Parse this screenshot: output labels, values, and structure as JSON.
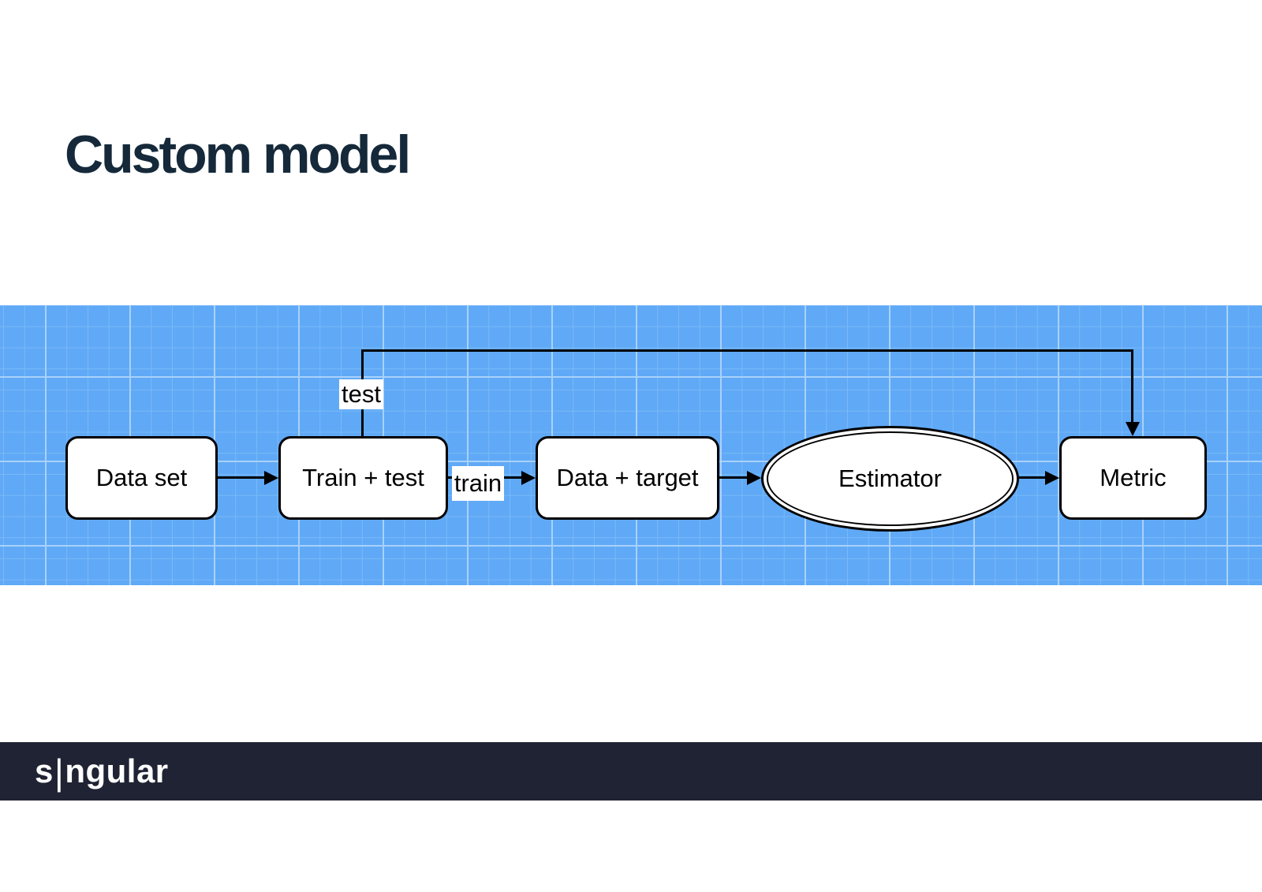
{
  "slide": {
    "title": "Custom model"
  },
  "diagram": {
    "nodes": [
      {
        "id": "data-set",
        "label": "Data set",
        "shape": "rounded-rectangle"
      },
      {
        "id": "train-test",
        "label": "Train + test",
        "shape": "rounded-rectangle"
      },
      {
        "id": "data-target",
        "label": "Data + target",
        "shape": "rounded-rectangle"
      },
      {
        "id": "estimator",
        "label": "Estimator",
        "shape": "double-ellipse"
      },
      {
        "id": "metric",
        "label": "Metric",
        "shape": "rounded-rectangle"
      }
    ],
    "edges": [
      {
        "from": "Data set",
        "to": "Train + test",
        "label": ""
      },
      {
        "from": "Train + test",
        "to": "Data + target",
        "label": "train"
      },
      {
        "from": "Data + target",
        "to": "Estimator",
        "label": ""
      },
      {
        "from": "Estimator",
        "to": "Metric",
        "label": ""
      },
      {
        "from": "Train + test",
        "to": "Metric",
        "label": "test",
        "route": "over-the-top"
      }
    ]
  },
  "footer": {
    "logo": {
      "left": "s",
      "separator": "|",
      "right": "ngular"
    }
  },
  "colors": {
    "title_text": "#15293a",
    "canvas_background": "#60a9f6",
    "grid_minor_line": "#79b9f8",
    "grid_major_line": "#a9d1f9",
    "node_fill": "#ffffff",
    "node_border": "#000000",
    "node_text": "#000000",
    "edge_line": "#000000",
    "footer_background": "#1f2333",
    "footer_text": "#ffffff"
  }
}
